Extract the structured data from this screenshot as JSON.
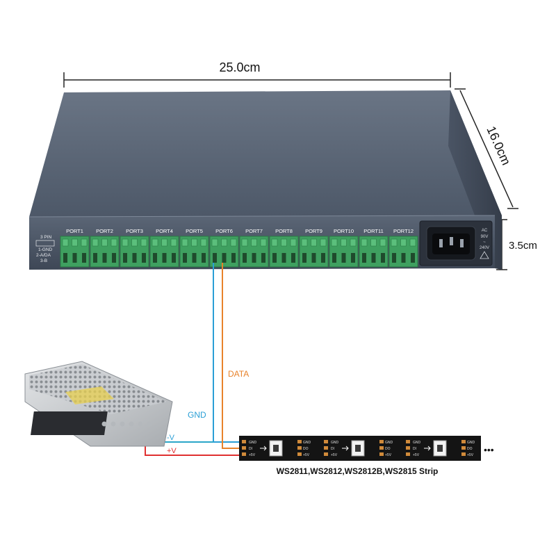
{
  "dimensions": {
    "width_label": "25.0cm",
    "depth_label": "16.0cm",
    "height_label": "3.5cm"
  },
  "controller": {
    "pin_legend": {
      "title": "3 PIN",
      "line1": "1-GND",
      "line2": "2-A/DA",
      "line3": "3-B"
    },
    "ports": [
      "PORT1",
      "PORT2",
      "PORT3",
      "PORT4",
      "PORT5",
      "PORT6",
      "PORT7",
      "PORT8",
      "PORT9",
      "PORT10",
      "PORT11",
      "PORT12"
    ],
    "power_label": {
      "line1": "AC",
      "line2": "90V",
      "line3": "~",
      "line4": "240V"
    }
  },
  "wiring": {
    "data_label": "DATA",
    "gnd_label": "GND",
    "neg_label": "-V",
    "pos_label": "+V",
    "colors": {
      "data": "#e8822a",
      "gnd": "#2a9fd6",
      "neg": "#2aa6c8",
      "pos": "#e03030"
    }
  },
  "strip": {
    "caption": "WS2811,WS2812,WS2812B,WS2815 Strip",
    "pad_gnd": "GND",
    "pad_di": "DI",
    "pad_do": "DO",
    "pad_5v": "+5V",
    "ellipsis": "•••"
  }
}
